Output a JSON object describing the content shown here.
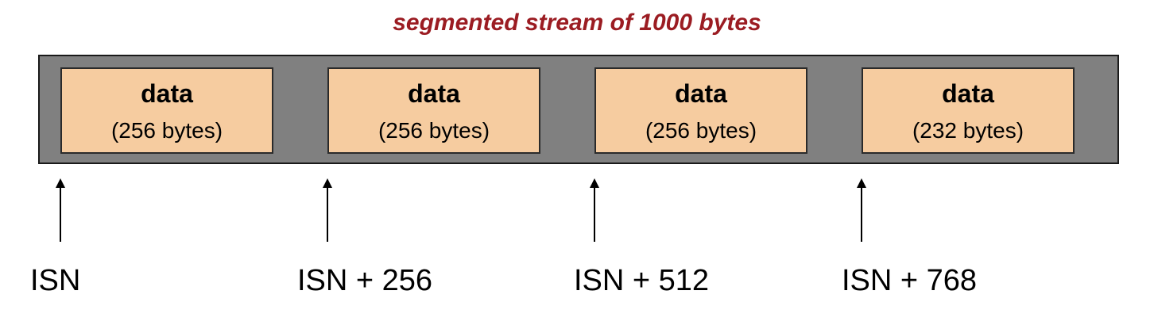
{
  "diagram": {
    "title": "segmented stream of 1000 bytes",
    "colors": {
      "title": "#9b1c22",
      "stream": "#808080",
      "segment": "#f6cca0"
    },
    "segments": [
      {
        "label": "data",
        "size": "(256 bytes)"
      },
      {
        "label": "data",
        "size": "(256 bytes)"
      },
      {
        "label": "data",
        "size": "(256 bytes)"
      },
      {
        "label": "data",
        "size": "(232 bytes)"
      }
    ],
    "markers": [
      {
        "label": "ISN"
      },
      {
        "label": "ISN + 256"
      },
      {
        "label": "ISN + 512"
      },
      {
        "label": "ISN + 768"
      }
    ]
  }
}
